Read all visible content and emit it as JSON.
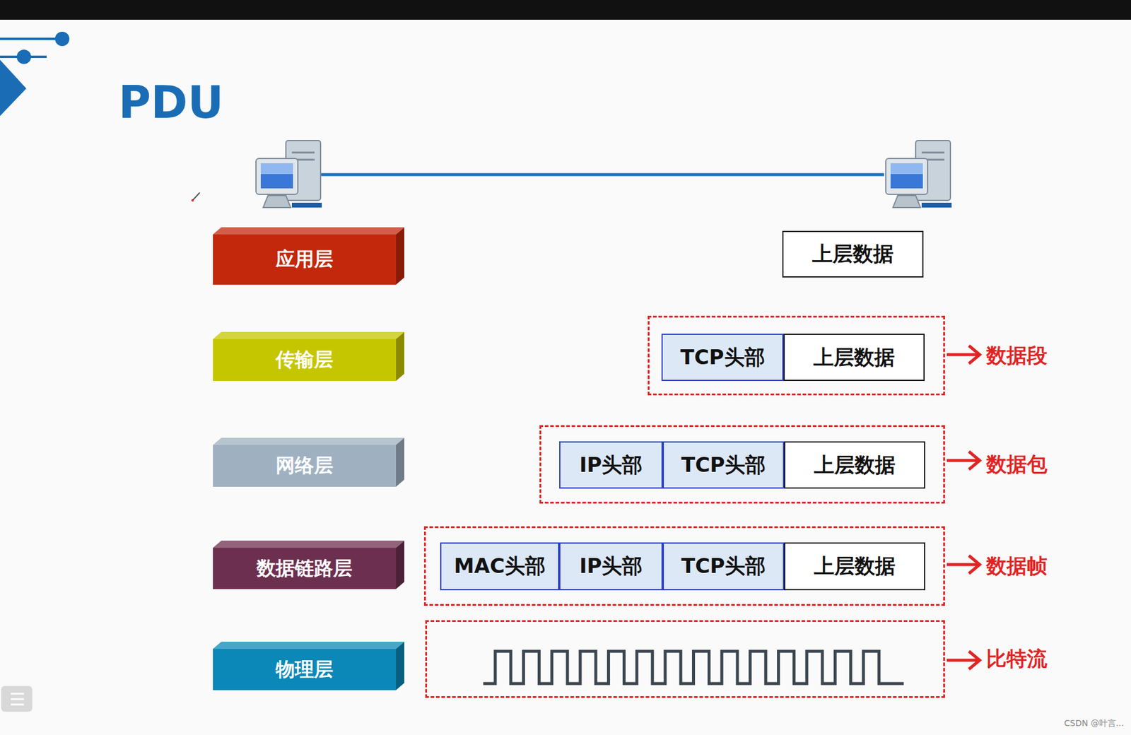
{
  "diagram": {
    "title": "PDU",
    "nodes": [
      {
        "text": [
          "应用层"
        ]
      },
      {
        "text": [
          "上层数据"
        ]
      },
      {
        "text": [
          "传输层"
        ]
      },
      {
        "text": [
          "数据段"
        ]
      },
      {
        "text": [
          "TCP头部"
        ],
        "in": 3
      },
      {
        "text": [
          "上层数据"
        ],
        "in": 3
      },
      {
        "text": [
          "网络层"
        ]
      },
      {
        "text": [
          "数据包"
        ]
      },
      {
        "text": [
          "IP头部"
        ],
        "in": 7
      },
      {
        "text": [
          "TCP头部"
        ],
        "in": 7
      },
      {
        "text": [
          "上层数据"
        ],
        "in": 7
      },
      {
        "text": [
          "数据链路层"
        ]
      },
      {
        "text": [
          "数据帧"
        ]
      },
      {
        "text": [
          "MAC头部"
        ],
        "in": 12
      },
      {
        "text": [
          "IP头部"
        ],
        "in": 12
      },
      {
        "text": [
          "TCP头部"
        ],
        "in": 12
      },
      {
        "text": [
          "上层数据"
        ],
        "in": 12
      },
      {
        "text": [
          "物理层"
        ]
      },
      {
        "text": [
          "比特流"
        ]
      }
    ],
    "labels": [
      "CSDN @叶言..."
    ]
  }
}
